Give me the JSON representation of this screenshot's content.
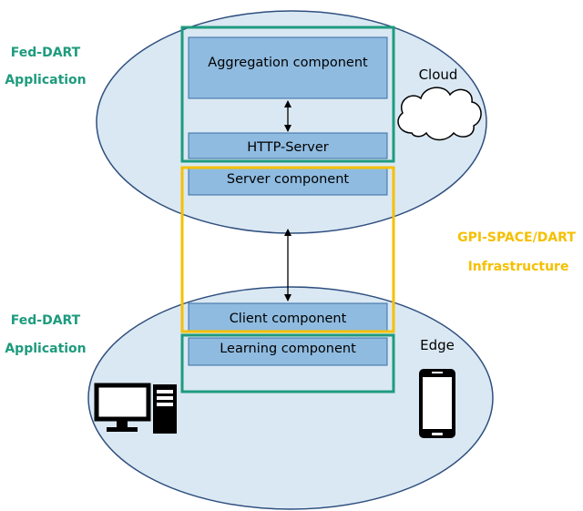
{
  "labels": {
    "fed_dart_top_line1": "Fed-DART",
    "fed_dart_top_line2": "Application",
    "fed_dart_bottom_line1": "Fed-DART",
    "fed_dart_bottom_line2": "Application",
    "cloud": "Cloud",
    "edge": "Edge",
    "infra_line1": "GPI-SPACE/DART",
    "infra_line2": "Infrastructure"
  },
  "components": {
    "aggregation": "Aggregation component",
    "http_server": "HTTP-Server",
    "server": "Server component",
    "client": "Client component",
    "learning": "Learning component"
  },
  "colors": {
    "ellipse_fill": "#dae8f3",
    "ellipse_stroke": "#2f4f7f",
    "box_fill": "#8fbbe0",
    "box_stroke": "#3a6ea5",
    "fed_dart_green": "#1e9b7e",
    "infra_yellow": "#f5c000",
    "icon_black": "#000000"
  },
  "icons": {
    "cloud": "cloud-icon",
    "desktop": "desktop-computer-icon",
    "tower": "pc-tower-icon",
    "phone": "smartphone-icon"
  }
}
